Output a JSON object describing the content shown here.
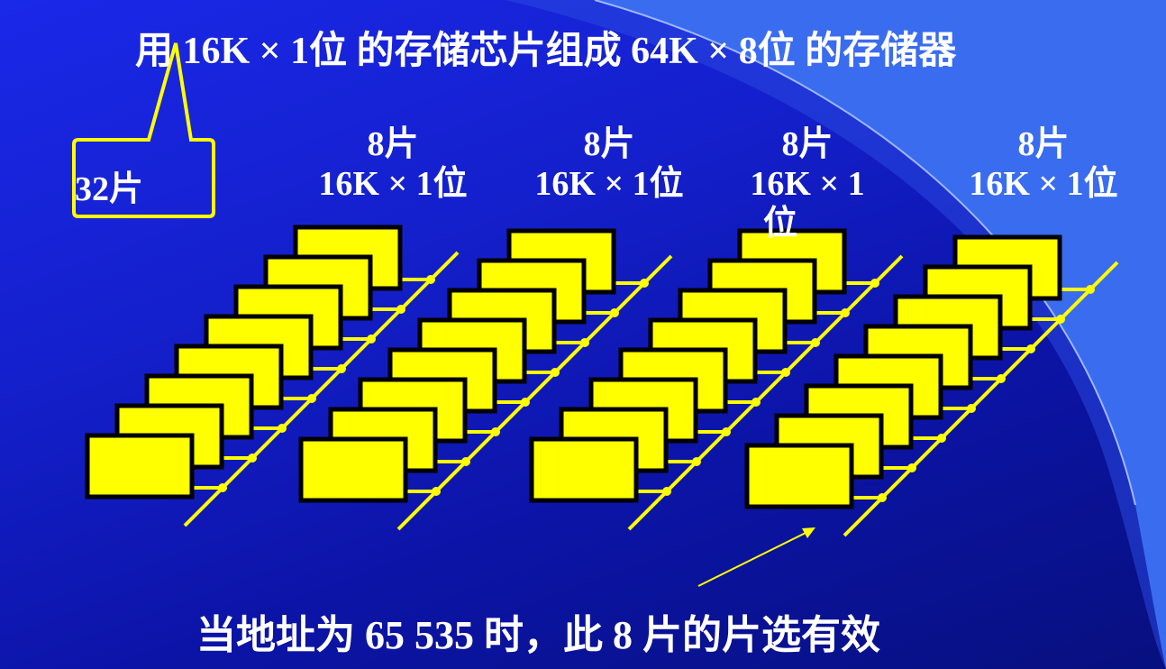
{
  "title": "用 16K × 1位 的存储芯片组成 64K × 8位 的存储器",
  "callout": {
    "label": "32片"
  },
  "groups": [
    {
      "count": "8片",
      "spec": "16K × 1位"
    },
    {
      "count": "8片",
      "spec": "16K × 1位"
    },
    {
      "count": "8片",
      "spec_line1": "16K × 1",
      "spec_line2": "位"
    },
    {
      "count": "8片",
      "spec": "16K × 1位"
    }
  ],
  "bottom_note": "当地址为 65 535 时，此 8 片的片选有效",
  "colors": {
    "chip_fill": "#ffff00",
    "chip_stroke": "#000000",
    "line": "#ffff00",
    "background": "#1420cc",
    "accent_curve": "#3a6cf0"
  }
}
